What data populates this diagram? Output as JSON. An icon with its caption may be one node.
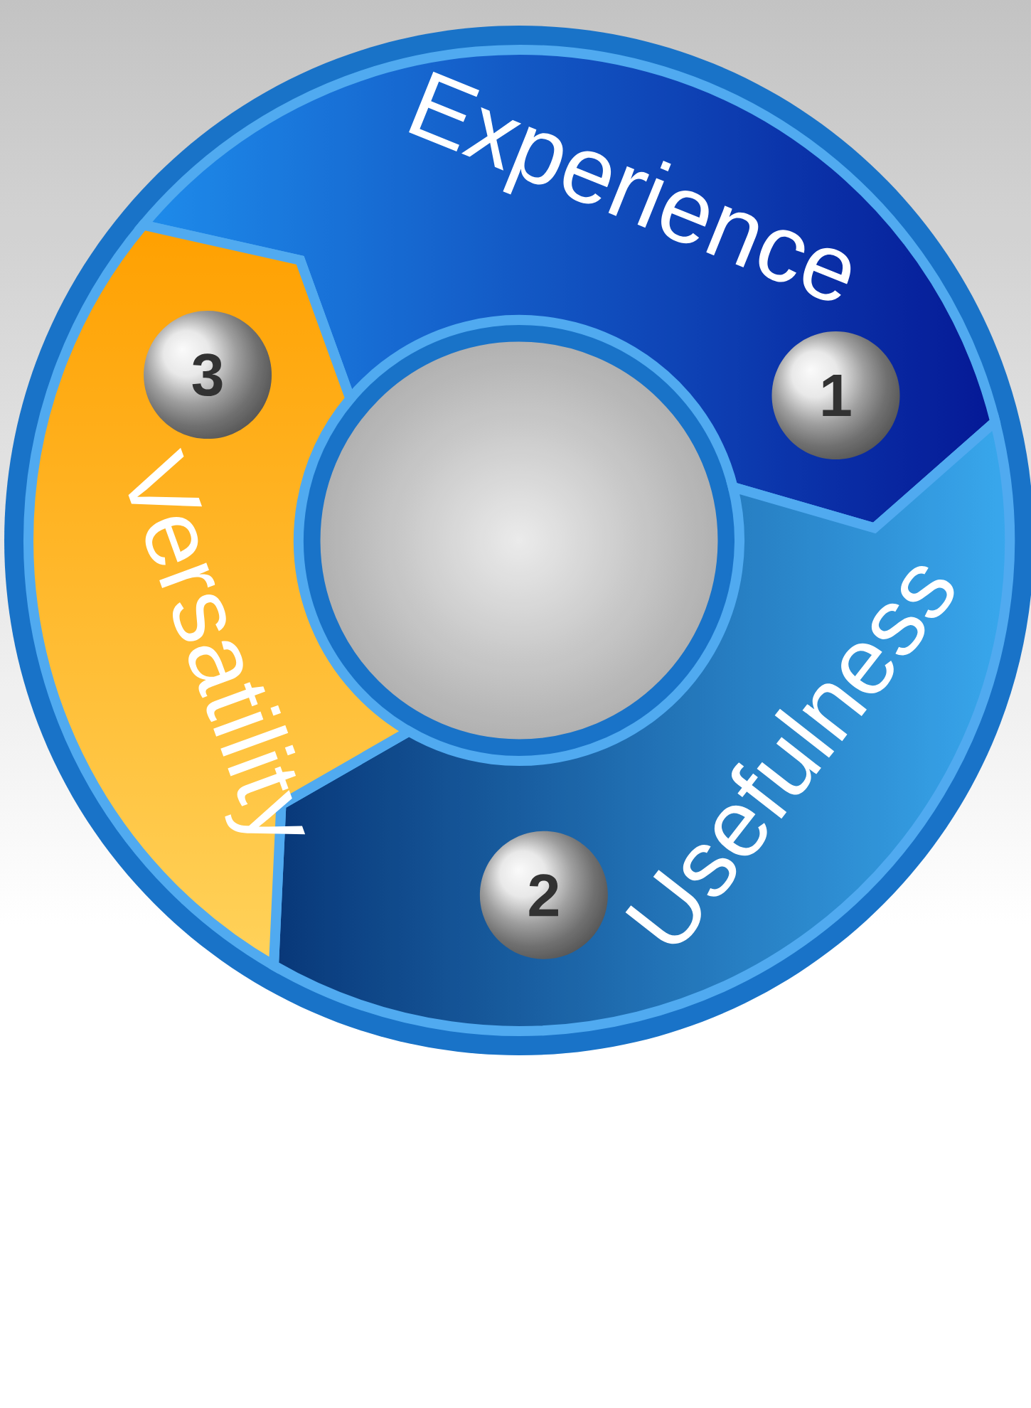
{
  "diagram": {
    "nodes": [
      {
        "text": [
          "Experience"
        ]
      },
      {
        "text": [
          "1"
        ],
        "in": 0
      },
      {
        "text": [
          "Usefulness"
        ]
      },
      {
        "text": [
          "2"
        ],
        "in": 2
      },
      {
        "text": [
          "Versatility"
        ]
      },
      {
        "text": [
          "3"
        ],
        "in": 4
      }
    ]
  }
}
